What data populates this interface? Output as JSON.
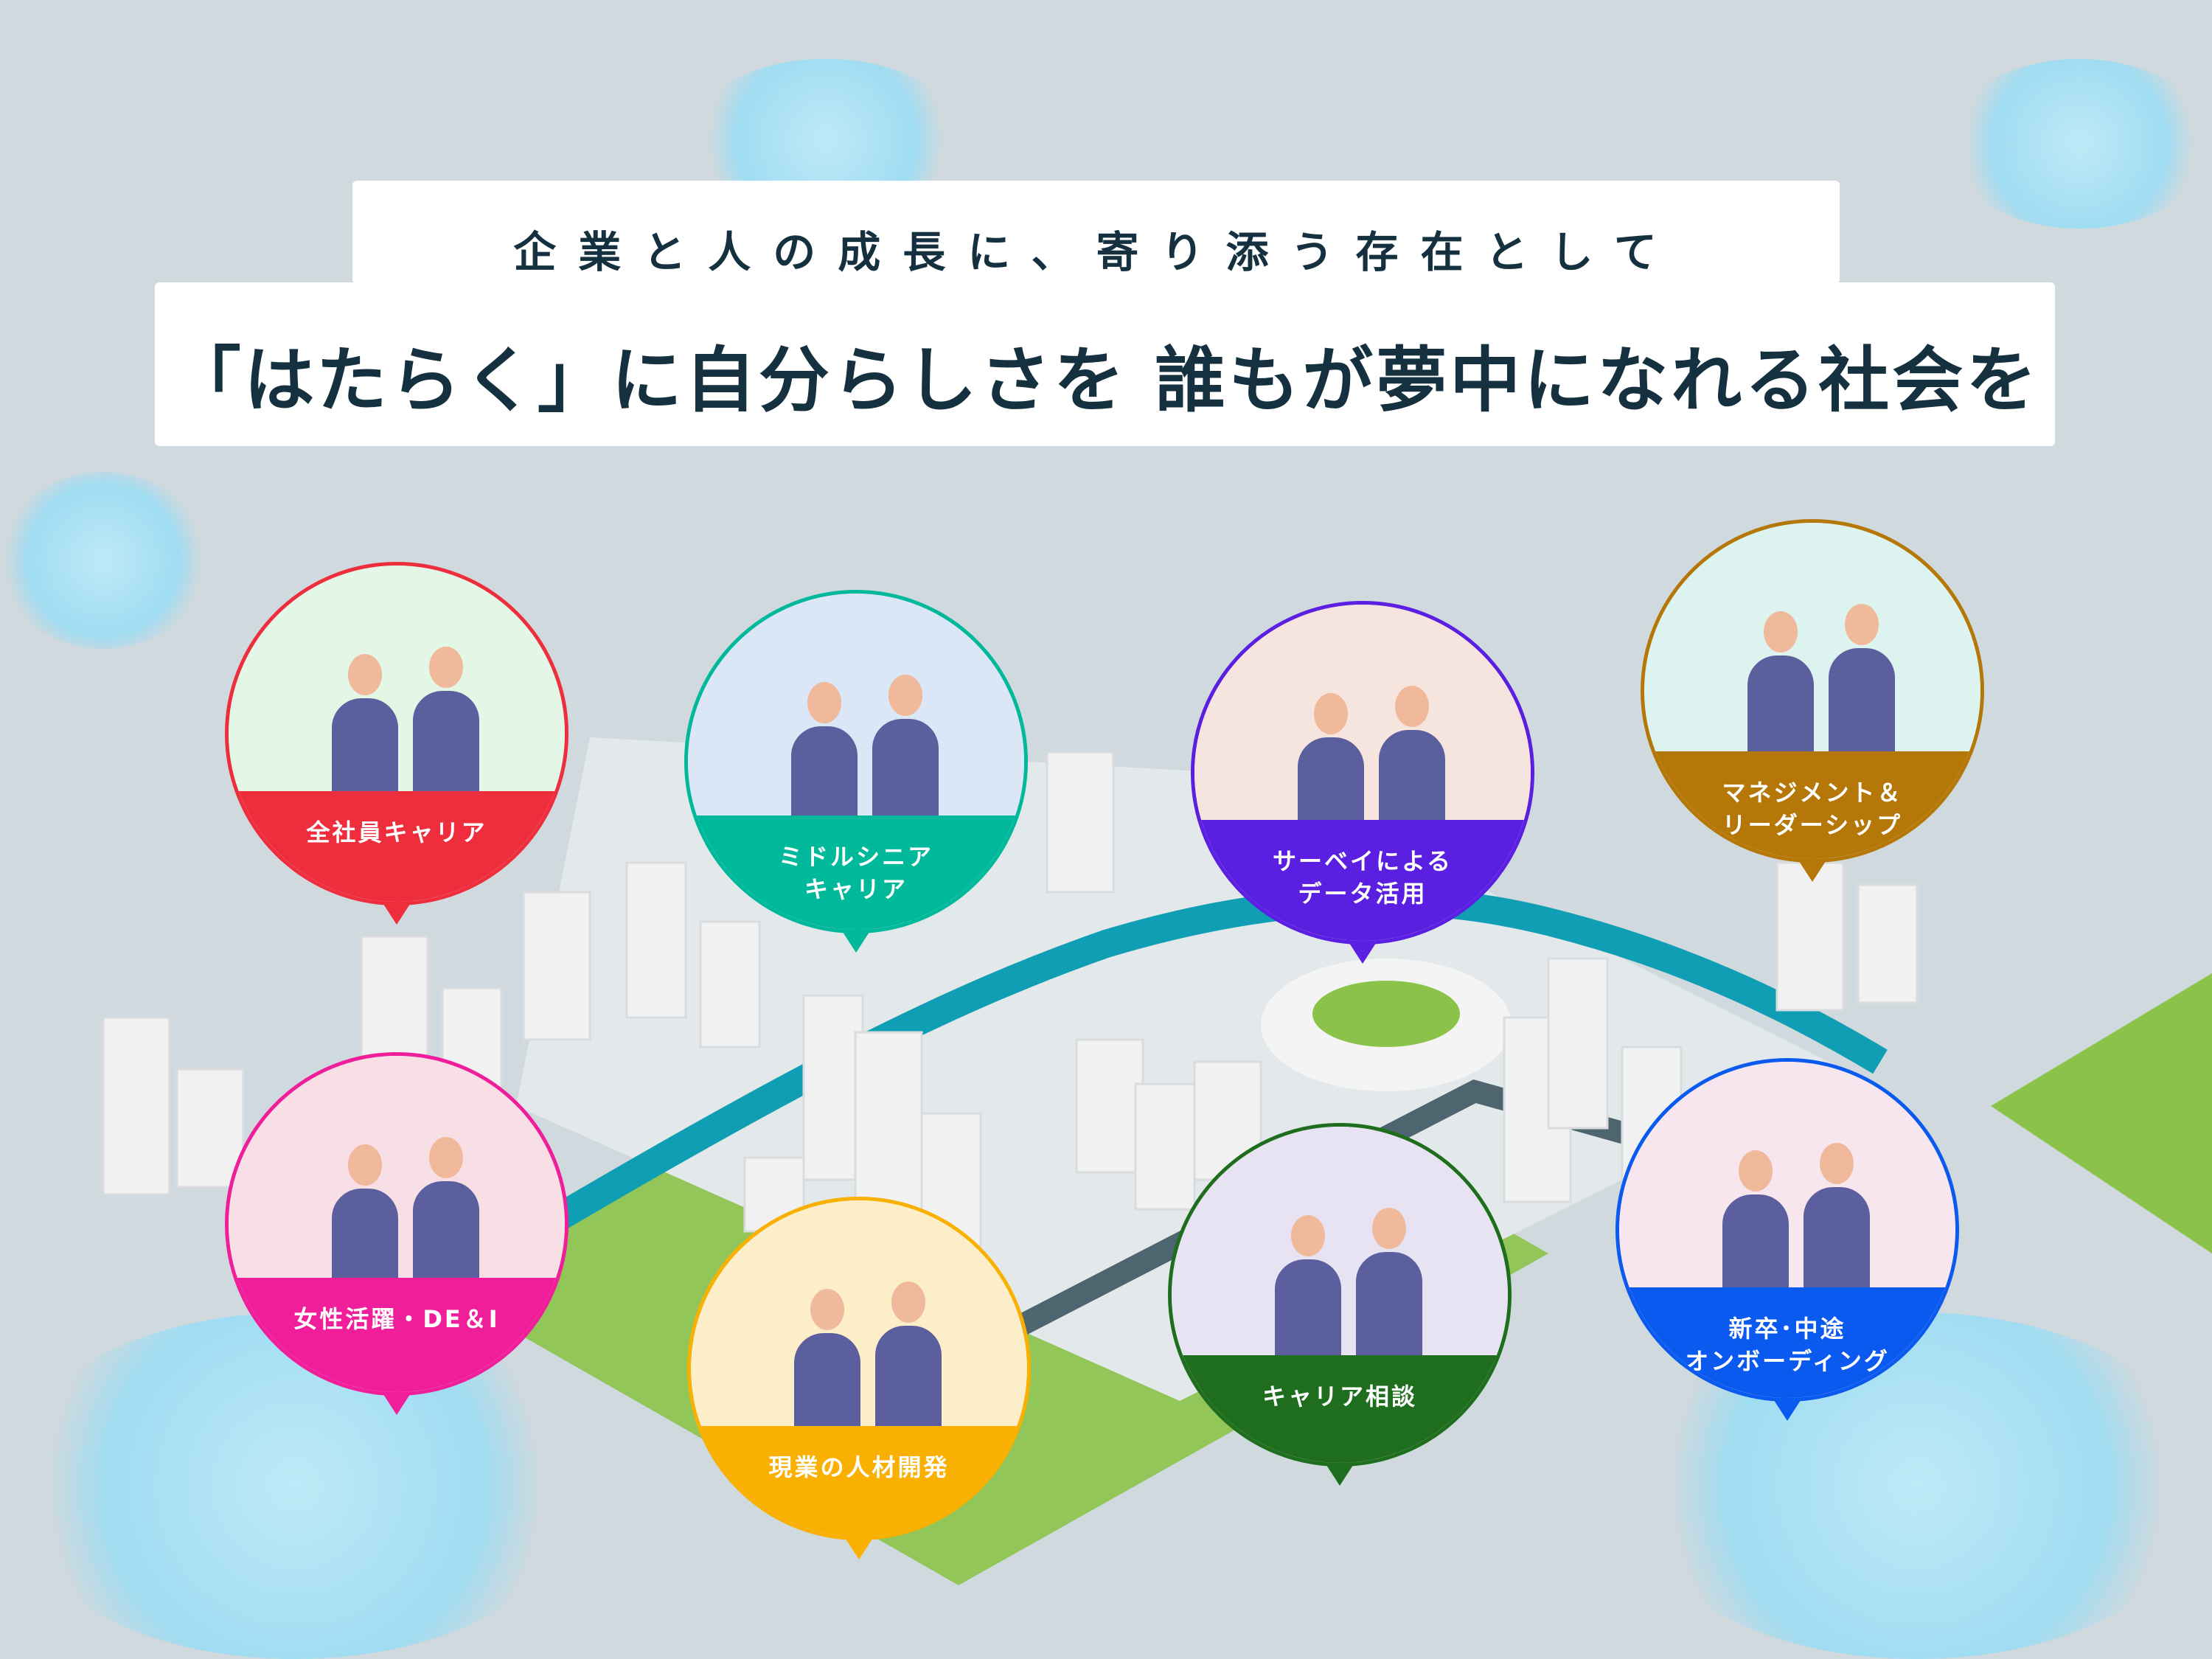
{
  "header": {
    "subtitle": "企業と人の成長に、寄り添う存在として",
    "title": "「はたらく」に自分らしさを 誰もが夢中になれる社会を"
  },
  "services": [
    {
      "label": "全社員キャリア",
      "color": "#ee2e3c",
      "scene": "#e4f6e6"
    },
    {
      "label": "ミドルシニア\nキャリア",
      "color": "#00b89a",
      "scene": "#dbe6f7"
    },
    {
      "label": "サーベイによる\nデータ活用",
      "color": "#5a1fe0",
      "scene": "#f6e4df"
    },
    {
      "label": "マネジメント＆\nリーダーシップ",
      "color": "#b57808",
      "scene": "#ddf3ef"
    },
    {
      "label": "女性活躍・DE＆I",
      "color": "#f01e9a",
      "scene": "#f8dfe6"
    },
    {
      "label": "現業の人材開発",
      "color": "#f9b000",
      "scene": "#fbeec8"
    },
    {
      "label": "キャリア相談",
      "color": "#1e6e1e",
      "scene": "#e8e3f2"
    },
    {
      "label": "新卒･中途\nオンボーディング",
      "color": "#0a5af0",
      "scene": "#f8e6ee"
    }
  ]
}
